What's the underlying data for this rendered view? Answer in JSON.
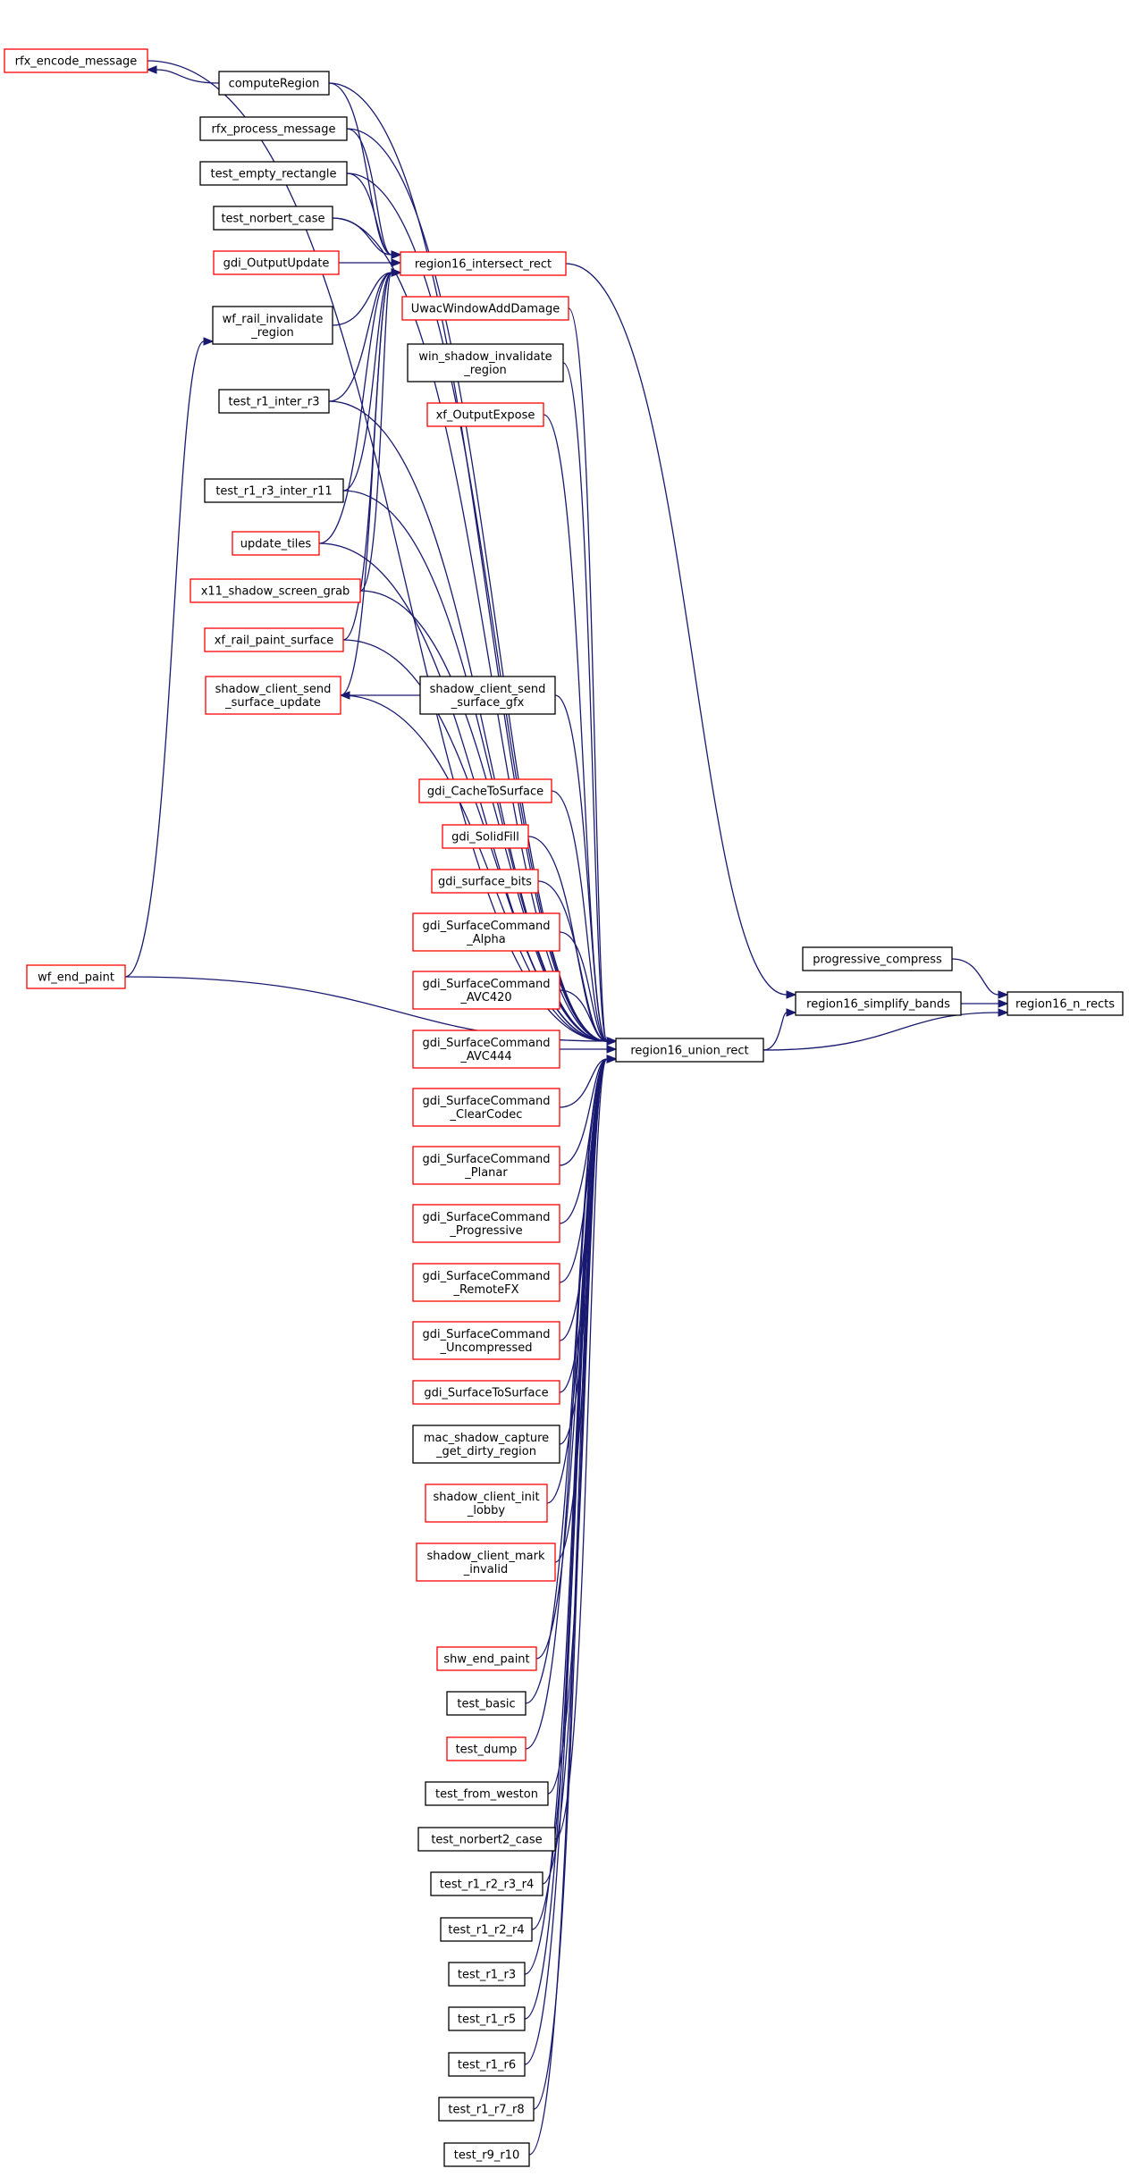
{
  "colors": {
    "edge": "#191970",
    "border_link": "#000000",
    "border_no_doc": "#ff0000",
    "focus_fill": "#bfbfbf"
  },
  "nodes": {
    "region16_n_rects": {
      "label": "region16_n_rects",
      "border": "black",
      "focus": true
    },
    "progressive_compress": {
      "label": "progressive_compress",
      "border": "black"
    },
    "region16_simplify_bands": {
      "label": "region16_simplify_bands",
      "border": "black"
    },
    "region16_union_rect": {
      "label": "region16_union_rect",
      "border": "black"
    },
    "region16_intersect_rect": {
      "label": "region16_intersect_rect",
      "border": "red"
    },
    "rfx_encode_message": {
      "label": "rfx_encode_message",
      "border": "red"
    },
    "computeRegion": {
      "label": "computeRegion",
      "border": "black"
    },
    "rfx_process_message": {
      "label": "rfx_process_message",
      "border": "black"
    },
    "test_empty_rectangle": {
      "label": "test_empty_rectangle",
      "border": "black"
    },
    "test_norbert_case": {
      "label": "test_norbert_case",
      "border": "black"
    },
    "gdi_OutputUpdate": {
      "label": "gdi_OutputUpdate",
      "border": "red"
    },
    "wf_rail_invalidate_region": {
      "label": "wf_rail_invalidate\n_region",
      "border": "black"
    },
    "test_r1_inter_r3": {
      "label": "test_r1_inter_r3",
      "border": "black"
    },
    "test_r1_r3_inter_r11": {
      "label": "test_r1_r3_inter_r11",
      "border": "black"
    },
    "update_tiles": {
      "label": "update_tiles",
      "border": "red"
    },
    "x11_shadow_screen_grab": {
      "label": "x11_shadow_screen_grab",
      "border": "red"
    },
    "xf_rail_paint_surface": {
      "label": "xf_rail_paint_surface",
      "border": "red"
    },
    "shadow_client_send_surface_update": {
      "label": "shadow_client_send\n_surface_update",
      "border": "red"
    },
    "shadow_client_send_surface_gfx": {
      "label": "shadow_client_send\n_surface_gfx",
      "border": "black"
    },
    "wf_end_paint": {
      "label": "wf_end_paint",
      "border": "red"
    },
    "UwacWindowAddDamage": {
      "label": "UwacWindowAddDamage",
      "border": "red"
    },
    "win_shadow_invalidate_region": {
      "label": "win_shadow_invalidate\n_region",
      "border": "black"
    },
    "xf_OutputExpose": {
      "label": "xf_OutputExpose",
      "border": "red"
    },
    "gdi_CacheToSurface": {
      "label": "gdi_CacheToSurface",
      "border": "red"
    },
    "gdi_SolidFill": {
      "label": "gdi_SolidFill",
      "border": "red"
    },
    "gdi_surface_bits": {
      "label": "gdi_surface_bits",
      "border": "red"
    },
    "gdi_SurfaceCommand_Alpha": {
      "label": "gdi_SurfaceCommand\n_Alpha",
      "border": "red"
    },
    "gdi_SurfaceCommand_AVC420": {
      "label": "gdi_SurfaceCommand\n_AVC420",
      "border": "red"
    },
    "gdi_SurfaceCommand_AVC444": {
      "label": "gdi_SurfaceCommand\n_AVC444",
      "border": "red"
    },
    "gdi_SurfaceCommand_ClearCodec": {
      "label": "gdi_SurfaceCommand\n_ClearCodec",
      "border": "red"
    },
    "gdi_SurfaceCommand_Planar": {
      "label": "gdi_SurfaceCommand\n_Planar",
      "border": "red"
    },
    "gdi_SurfaceCommand_Progressive": {
      "label": "gdi_SurfaceCommand\n_Progressive",
      "border": "red"
    },
    "gdi_SurfaceCommand_RemoteFX": {
      "label": "gdi_SurfaceCommand\n_RemoteFX",
      "border": "red"
    },
    "gdi_SurfaceCommand_Uncompressed": {
      "label": "gdi_SurfaceCommand\n_Uncompressed",
      "border": "red"
    },
    "gdi_SurfaceToSurface": {
      "label": "gdi_SurfaceToSurface",
      "border": "red"
    },
    "mac_shadow_capture_get_dirty_region": {
      "label": "mac_shadow_capture\n_get_dirty_region",
      "border": "black"
    },
    "shadow_client_init_lobby": {
      "label": "shadow_client_init\n_lobby",
      "border": "red"
    },
    "shadow_client_mark_invalid": {
      "label": "shadow_client_mark\n_invalid",
      "border": "red"
    },
    "shw_end_paint": {
      "label": "shw_end_paint",
      "border": "red"
    },
    "test_basic": {
      "label": "test_basic",
      "border": "black"
    },
    "test_dump": {
      "label": "test_dump",
      "border": "red"
    },
    "test_from_weston": {
      "label": "test_from_weston",
      "border": "black"
    },
    "test_norbert2_case": {
      "label": "test_norbert2_case",
      "border": "black"
    },
    "test_r1_r2_r3_r4": {
      "label": "test_r1_r2_r3_r4",
      "border": "black"
    },
    "test_r1_r2_r4": {
      "label": "test_r1_r2_r4",
      "border": "black"
    },
    "test_r1_r3": {
      "label": "test_r1_r3",
      "border": "black"
    },
    "test_r1_r5": {
      "label": "test_r1_r5",
      "border": "black"
    },
    "test_r1_r6": {
      "label": "test_r1_r6",
      "border": "black"
    },
    "test_r1_r7_r8": {
      "label": "test_r1_r7_r8",
      "border": "black"
    },
    "test_r9_r10": {
      "label": "test_r9_r10",
      "border": "black"
    }
  },
  "edges": [
    [
      "progressive_compress",
      "region16_n_rects"
    ],
    [
      "region16_simplify_bands",
      "region16_n_rects"
    ],
    [
      "region16_union_rect",
      "region16_n_rects"
    ],
    [
      "region16_intersect_rect",
      "region16_simplify_bands"
    ],
    [
      "region16_union_rect",
      "region16_simplify_bands"
    ],
    [
      "computeRegion",
      "rfx_encode_message"
    ],
    [
      "shadow_client_send_surface_gfx",
      "shadow_client_send_surface_update"
    ],
    [
      "wf_end_paint",
      "wf_rail_invalidate_region"
    ],
    [
      "computeRegion",
      "region16_intersect_rect"
    ],
    [
      "rfx_process_message",
      "region16_intersect_rect"
    ],
    [
      "test_empty_rectangle",
      "region16_intersect_rect"
    ],
    [
      "test_norbert_case",
      "region16_intersect_rect"
    ],
    [
      "gdi_OutputUpdate",
      "region16_intersect_rect"
    ],
    [
      "wf_rail_invalidate_region",
      "region16_intersect_rect"
    ],
    [
      "test_r1_inter_r3",
      "region16_intersect_rect"
    ],
    [
      "test_r1_r3_inter_r11",
      "region16_intersect_rect"
    ],
    [
      "update_tiles",
      "region16_intersect_rect"
    ],
    [
      "x11_shadow_screen_grab",
      "region16_intersect_rect"
    ],
    [
      "xf_rail_paint_surface",
      "region16_intersect_rect"
    ],
    [
      "shadow_client_send_surface_update",
      "region16_intersect_rect"
    ],
    [
      "rfx_encode_message",
      "region16_union_rect"
    ],
    [
      "computeRegion",
      "region16_union_rect"
    ],
    [
      "rfx_process_message",
      "region16_union_rect"
    ],
    [
      "test_empty_rectangle",
      "region16_union_rect"
    ],
    [
      "test_norbert_case",
      "region16_union_rect"
    ],
    [
      "UwacWindowAddDamage",
      "region16_union_rect"
    ],
    [
      "win_shadow_invalidate_region",
      "region16_union_rect"
    ],
    [
      "xf_OutputExpose",
      "region16_union_rect"
    ],
    [
      "test_r1_inter_r3",
      "region16_union_rect"
    ],
    [
      "test_r1_r3_inter_r11",
      "region16_union_rect"
    ],
    [
      "update_tiles",
      "region16_union_rect"
    ],
    [
      "x11_shadow_screen_grab",
      "region16_union_rect"
    ],
    [
      "xf_rail_paint_surface",
      "region16_union_rect"
    ],
    [
      "shadow_client_send_surface_gfx",
      "region16_union_rect"
    ],
    [
      "shadow_client_send_surface_update",
      "region16_union_rect"
    ],
    [
      "gdi_CacheToSurface",
      "region16_union_rect"
    ],
    [
      "gdi_SolidFill",
      "region16_union_rect"
    ],
    [
      "gdi_surface_bits",
      "region16_union_rect"
    ],
    [
      "gdi_SurfaceCommand_Alpha",
      "region16_union_rect"
    ],
    [
      "gdi_SurfaceCommand_AVC420",
      "region16_union_rect"
    ],
    [
      "gdi_SurfaceCommand_AVC444",
      "region16_union_rect"
    ],
    [
      "gdi_SurfaceCommand_ClearCodec",
      "region16_union_rect"
    ],
    [
      "gdi_SurfaceCommand_Planar",
      "region16_union_rect"
    ],
    [
      "gdi_SurfaceCommand_Progressive",
      "region16_union_rect"
    ],
    [
      "gdi_SurfaceCommand_RemoteFX",
      "region16_union_rect"
    ],
    [
      "gdi_SurfaceCommand_Uncompressed",
      "region16_union_rect"
    ],
    [
      "gdi_SurfaceToSurface",
      "region16_union_rect"
    ],
    [
      "mac_shadow_capture_get_dirty_region",
      "region16_union_rect"
    ],
    [
      "shadow_client_init_lobby",
      "region16_union_rect"
    ],
    [
      "shadow_client_mark_invalid",
      "region16_union_rect"
    ],
    [
      "wf_end_paint",
      "region16_union_rect"
    ],
    [
      "shw_end_paint",
      "region16_union_rect"
    ],
    [
      "test_basic",
      "region16_union_rect"
    ],
    [
      "test_dump",
      "region16_union_rect"
    ],
    [
      "test_from_weston",
      "region16_union_rect"
    ],
    [
      "test_norbert2_case",
      "region16_union_rect"
    ],
    [
      "test_r1_r2_r3_r4",
      "region16_union_rect"
    ],
    [
      "test_r1_r2_r4",
      "region16_union_rect"
    ],
    [
      "test_r1_r3",
      "region16_union_rect"
    ],
    [
      "test_r1_r5",
      "region16_union_rect"
    ],
    [
      "test_r1_r6",
      "region16_union_rect"
    ],
    [
      "test_r1_r7_r8",
      "region16_union_rect"
    ],
    [
      "test_r9_r10",
      "region16_union_rect"
    ]
  ]
}
